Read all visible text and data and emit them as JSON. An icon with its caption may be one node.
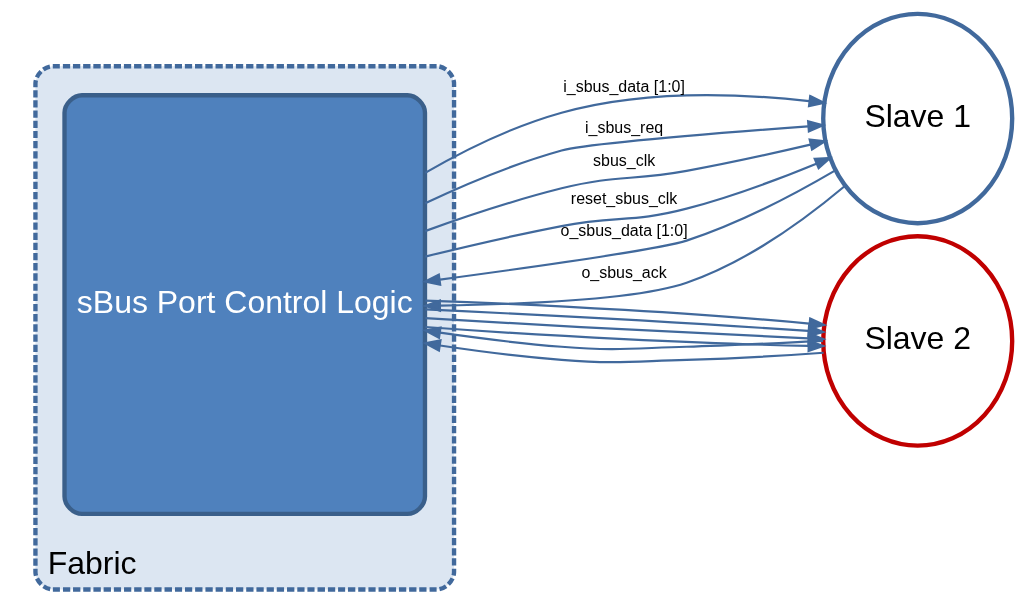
{
  "diagram": {
    "nodes": [
      {
        "text": [
          "Fabric"
        ]
      },
      {
        "text": [
          "sBus Port Control Logic"
        ],
        "in": 0
      },
      {
        "text": [
          "Slave 1"
        ]
      },
      {
        "text": [
          "Slave 2"
        ]
      }
    ],
    "edges": [
      {
        "from": 2,
        "to": 1,
        "arrow": "to",
        "label": "o_sbus_data [1:0]"
      },
      {
        "from": 1,
        "to": 2,
        "arrow": "to",
        "label": "i_sbus_data [1:0]"
      },
      {
        "from": 2,
        "to": 1,
        "arrow": "to",
        "label": "o_sbus_ack"
      },
      {
        "from": 1,
        "to": 2,
        "arrow": "to",
        "label": "i_sbus_req"
      },
      {
        "from": 1,
        "to": 2,
        "arrow": "to",
        "label": "sbus_clk"
      },
      {
        "from": 1,
        "to": 2,
        "arrow": "to",
        "label": "reset_sbus_clk"
      },
      {
        "from": 3,
        "to": 1,
        "arrow": "to"
      },
      {
        "from": 1,
        "to": 3,
        "arrow": "to"
      },
      {
        "from": 3,
        "to": 1,
        "arrow": "to"
      },
      {
        "from": 1,
        "to": 3,
        "arrow": "to"
      },
      {
        "from": 1,
        "to": 3,
        "arrow": "to"
      },
      {
        "from": 1,
        "to": 3,
        "arrow": "to"
      }
    ]
  }
}
